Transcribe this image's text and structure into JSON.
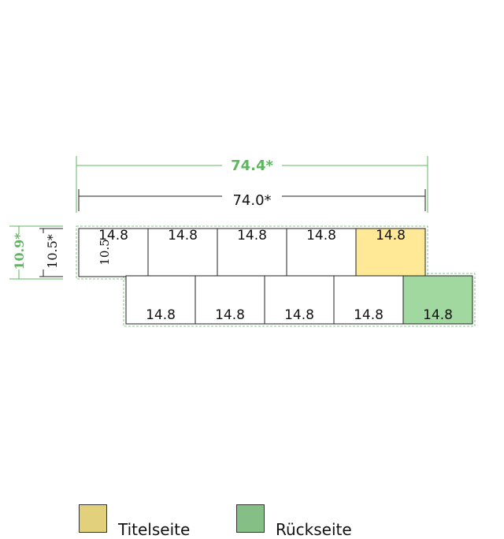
{
  "colors": {
    "accent_green": "#5cb85c",
    "title_fill": "#ffe896",
    "back_fill": "#a0d8a0",
    "legend_title": "#e2d07a",
    "legend_back": "#86bf86",
    "line": "#222222"
  },
  "dimensions": {
    "total_width_outer": "74.4*",
    "total_width_inner": "74.0*",
    "height_outer": "10.9*",
    "height_inner": "10.5*",
    "panel_height_label": "10.5"
  },
  "panels": {
    "top_row": [
      "14.8",
      "14.8",
      "14.8",
      "14.8",
      "14.8"
    ],
    "bottom_row": [
      "14.8",
      "14.8",
      "14.8",
      "14.8",
      "14.8"
    ],
    "top_highlight_index": 4,
    "bottom_highlight_index": 4
  },
  "legend": {
    "title_label": "Titelseite",
    "back_label": "Rückseite"
  }
}
